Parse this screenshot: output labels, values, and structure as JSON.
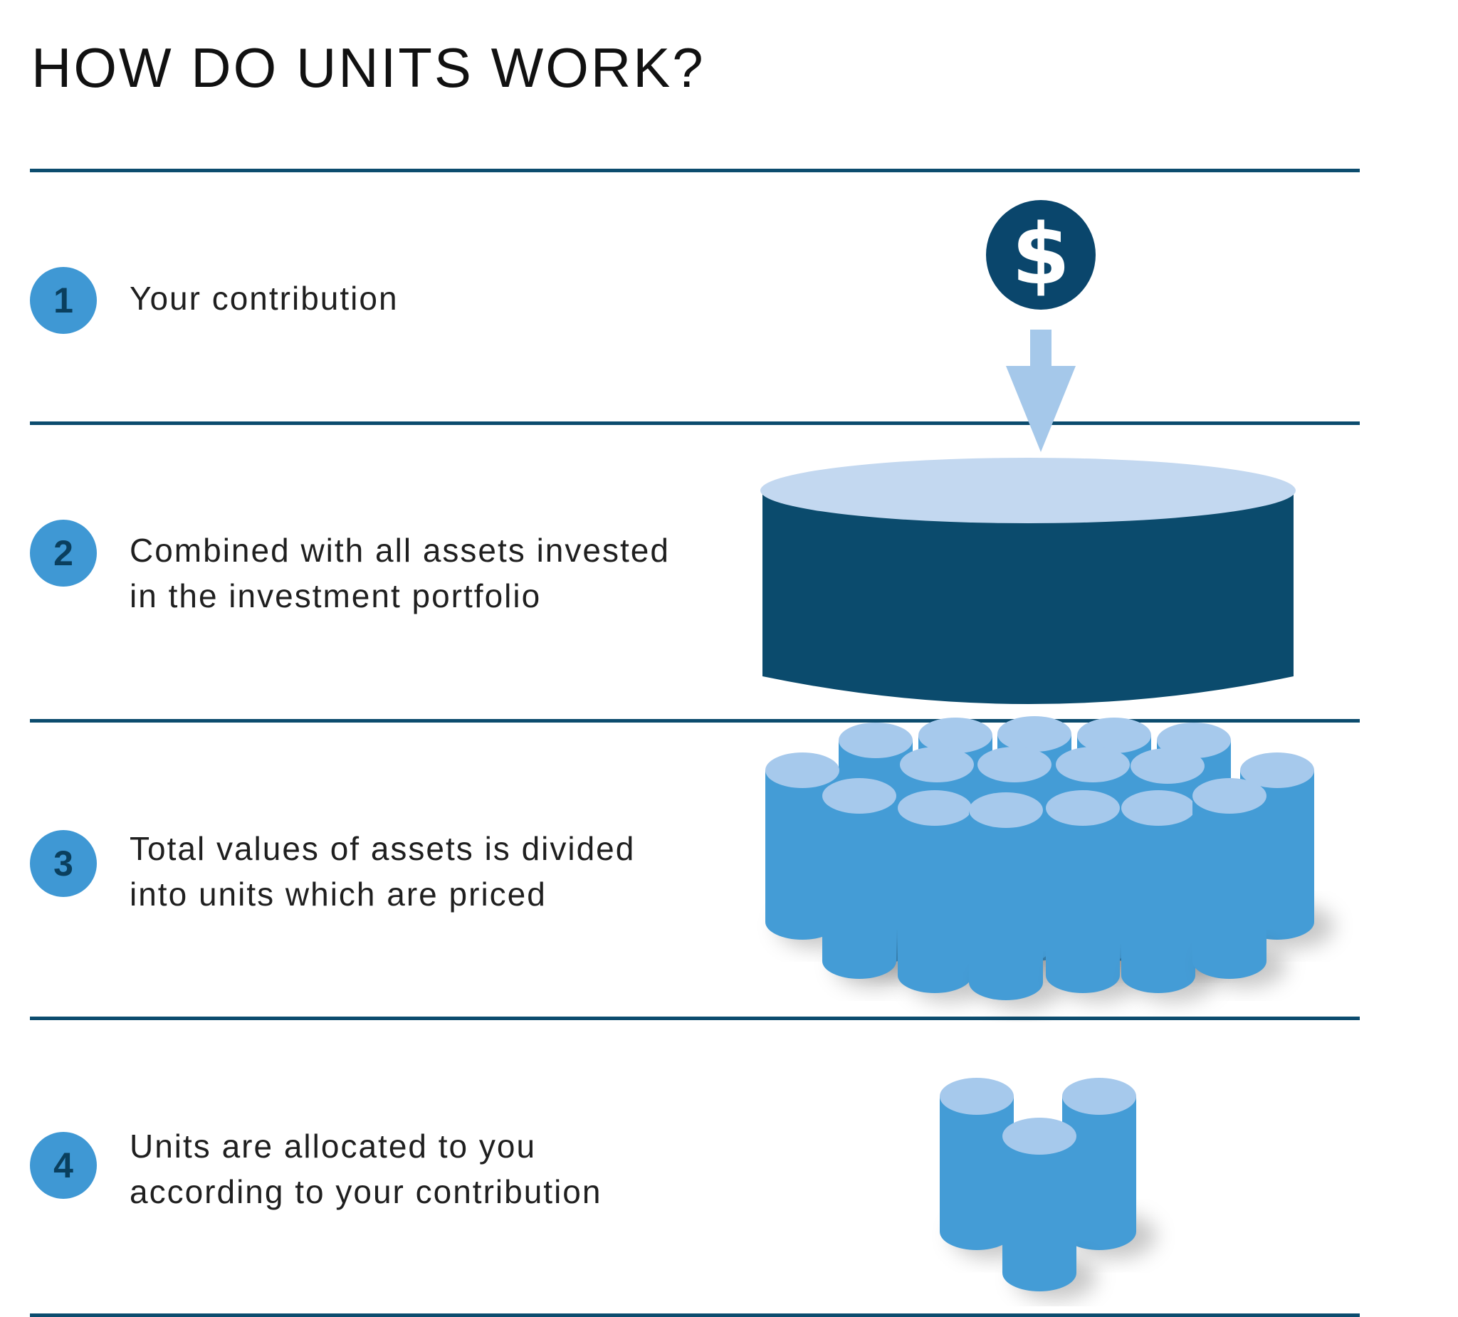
{
  "title": "HOW DO UNITS WORK?",
  "colors": {
    "rule": "#0c4c6e",
    "badge_fill": "#3f98d4",
    "badge_text": "#0a3f5e",
    "dollar_circle": "#0a466c",
    "arrow": "#a5c8ea",
    "pool_top": "#c3d8f0",
    "pool_body": "#0b4b6d",
    "unit_side": "#449cd6",
    "unit_top": "#a6c9ec"
  },
  "icons": {
    "contribution": "dollar-coin-icon",
    "flow": "arrow-down-icon",
    "pool": "asset-pool-cylinder-icon",
    "units": "unit-cylinders-icon",
    "allocated": "allocated-unit-cylinders-icon"
  },
  "steps": [
    {
      "number": "1",
      "lines": [
        "Your contribution"
      ]
    },
    {
      "number": "2",
      "lines": [
        "Combined with all assets invested",
        "in the investment portfolio"
      ]
    },
    {
      "number": "3",
      "lines": [
        "Total values of assets is divided",
        "into units which are priced"
      ]
    },
    {
      "number": "4",
      "lines": [
        "Units are allocated to you",
        "according to your contribution"
      ]
    }
  ],
  "dollar_symbol": "$"
}
